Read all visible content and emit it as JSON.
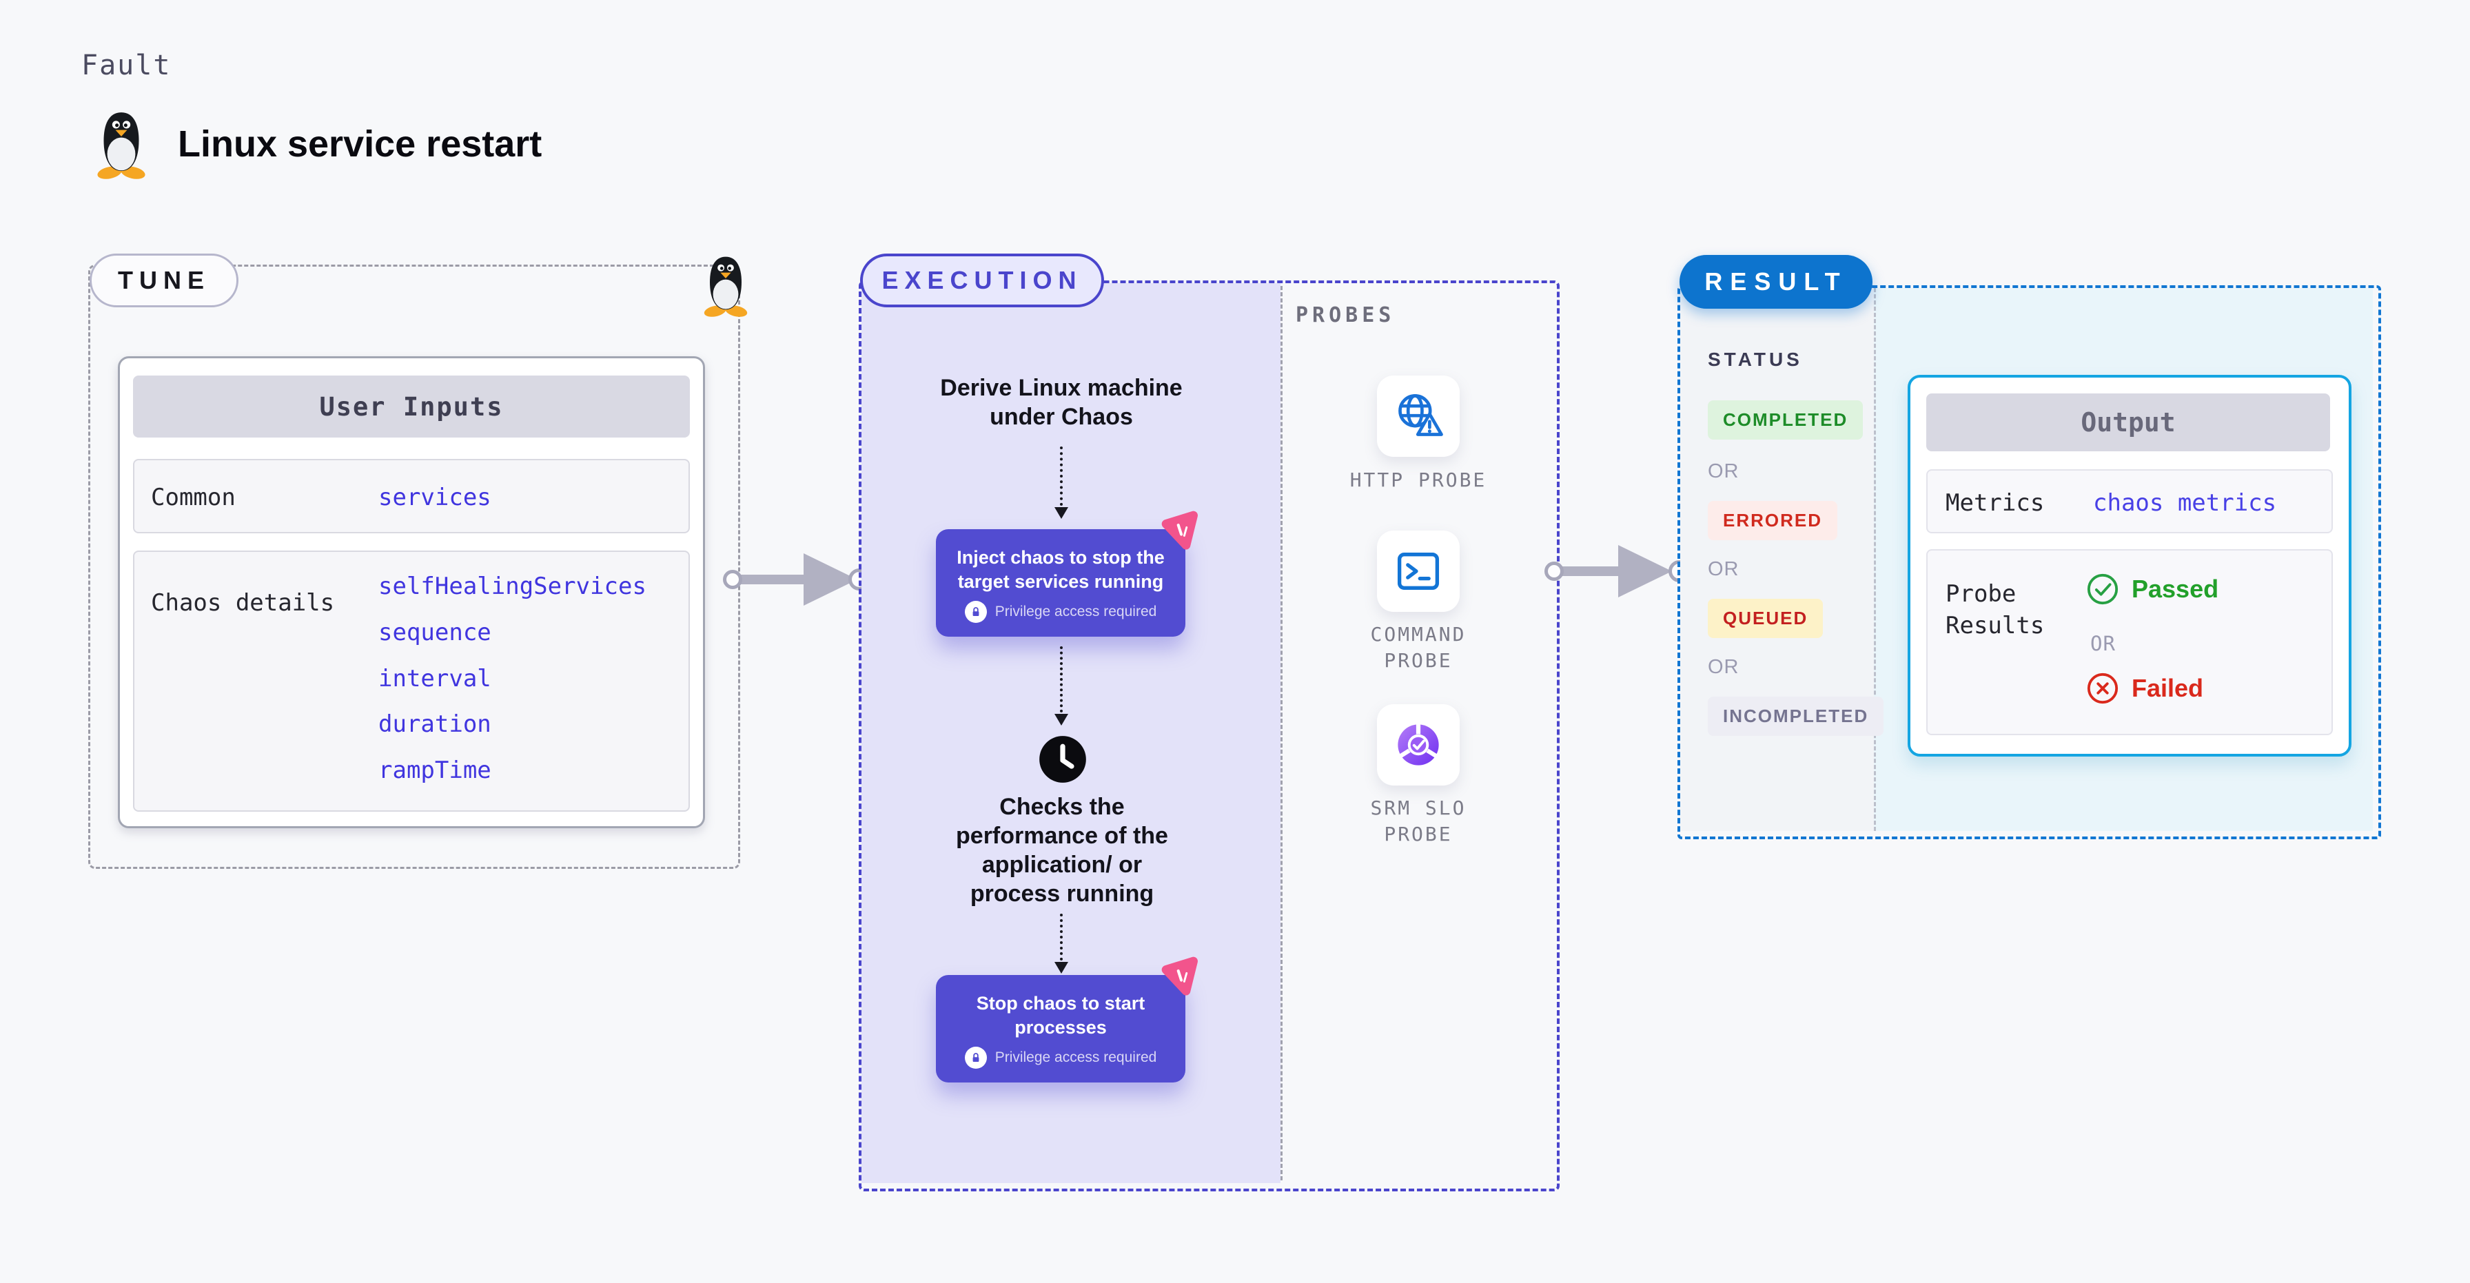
{
  "header": {
    "kicker": "Fault",
    "title": "Linux service restart",
    "penguin_icon": "tux-penguin-icon"
  },
  "tune": {
    "badge": "TUNE",
    "penguin_icon": "tux-penguin-icon",
    "user_inputs": {
      "header": "User Inputs",
      "rows": [
        {
          "label": "Common",
          "values": [
            "services"
          ]
        },
        {
          "label": "Chaos details",
          "values": [
            "selfHealingServices",
            "sequence",
            "interval",
            "duration",
            "rampTime"
          ]
        }
      ]
    }
  },
  "execution": {
    "badge": "EXECUTION",
    "step1": "Derive Linux machine under Chaos",
    "box1_title": "Inject chaos to stop the target services running",
    "box1_note": "Privilege access required",
    "clock_icon": "clock-icon",
    "step2": "Checks the performance of the application/ or process running",
    "box2_title": "Stop chaos to start processes",
    "box2_note": "Privilege access required",
    "chaos_icon": "chaos-spark-icon",
    "lock_icon": "lock-icon"
  },
  "probes": {
    "label": "PROBES",
    "items": [
      {
        "name": "HTTP PROBE",
        "icon": "globe-alert-icon"
      },
      {
        "name": "COMMAND PROBE",
        "icon": "terminal-icon"
      },
      {
        "name": "SRM SLO PROBE",
        "icon": "slo-pie-check-icon"
      }
    ]
  },
  "result": {
    "badge": "RESULT",
    "status_label": "STATUS",
    "or_label": "OR",
    "statuses": [
      {
        "label": "COMPLETED",
        "bg": "#def3de",
        "fg": "#1d8c28"
      },
      {
        "label": "ERRORED",
        "bg": "#fdecea",
        "fg": "#d02a1e"
      },
      {
        "label": "QUEUED",
        "bg": "#fdf2c8",
        "fg": "#c32020"
      },
      {
        "label": "INCOMPLETED",
        "bg": "#ededf4",
        "fg": "#757490"
      }
    ],
    "output": {
      "header": "Output",
      "metrics_label": "Metrics",
      "metrics_value": "chaos metrics",
      "probe_results_label": "Probe Results",
      "passed": "Passed",
      "or_label": "OR",
      "failed": "Failed",
      "passed_icon": "check-circle-icon",
      "failed_icon": "x-circle-icon"
    }
  },
  "colors": {
    "page_bg": "#f7f8fa",
    "tune_dash": "#9b9ba6",
    "execution_accent": "#4a45cc",
    "execution_fill": "#e3e2f9",
    "purple_box": "#524cd1",
    "chaos_pink": "#f2548c",
    "code_blue": "#4035df",
    "probe_icon_blue": "#1a72d8",
    "srm_purple": "#8b4bf3",
    "result_blue": "#0d74ce",
    "output_border_cyan": "#14a5e2",
    "passed_green": "#22a02a",
    "failed_red": "#da291c"
  }
}
